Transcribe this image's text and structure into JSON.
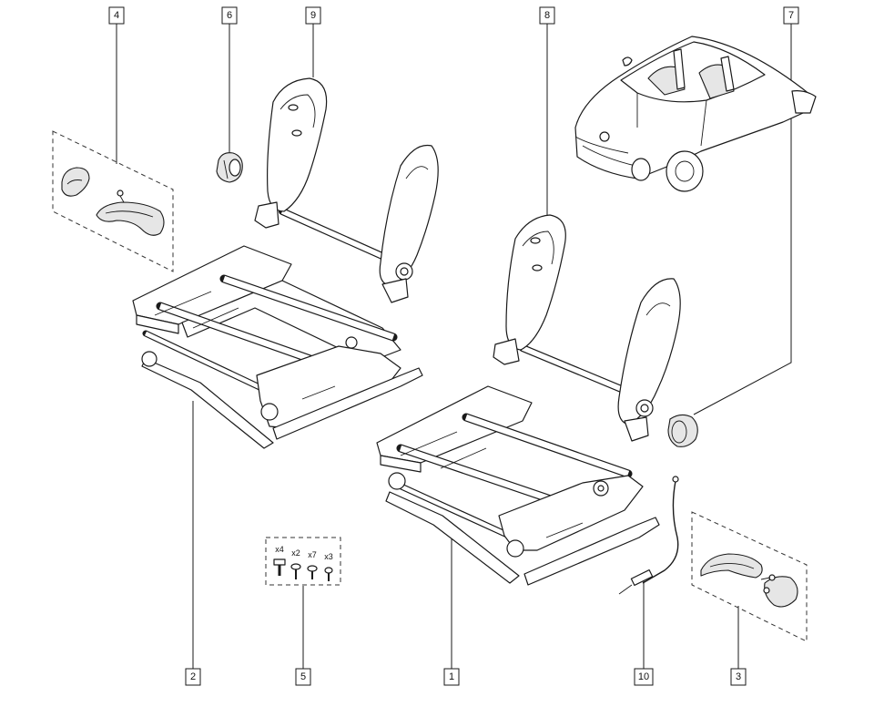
{
  "callouts": {
    "c1": "1",
    "c2": "2",
    "c3": "3",
    "c4": "4",
    "c5": "5",
    "c6": "6",
    "c7": "7",
    "c8": "8",
    "c9": "9",
    "c10": "10"
  },
  "fastener_quantities": {
    "q1": "x4",
    "q2": "x2",
    "q3": "x7",
    "q4": "x3"
  }
}
